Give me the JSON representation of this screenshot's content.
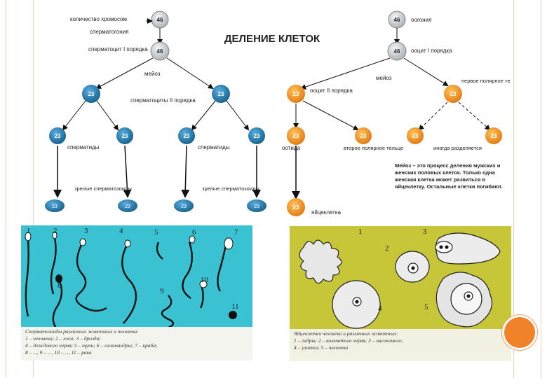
{
  "title": "ДЕЛЕНИЕ КЛЕТОК",
  "male": {
    "chromosome_label": "количество хромосом",
    "spermatogonia_label": "сперматогония",
    "spermatocyte1_label": "сперматоцит I порядка",
    "meiosis_label": "мейоз",
    "spermatocyte2_label": "сперматоциты II порядка",
    "spermatids_left": "сперматиды",
    "spermatids_right": "сперматиды",
    "mature_left": "зрелые сперматозоиды",
    "mature_right": "зрелые сперматозоиды",
    "n_diploid": "46",
    "n_haploid": "23"
  },
  "female": {
    "oogonia_label": "оогония",
    "oocyte1_label": "ооцит I порядка",
    "meiosis_label": "мейоз",
    "polar1_label": "первое полярное тельце",
    "oocyte2_label": "ооцит II порядка",
    "ootid_label": "оотида",
    "polar2_label": "второе полярное тельце",
    "sometimes_label": "иногда разделяется",
    "egg_label": "яйцеклетка",
    "n_diploid": "46",
    "n_haploid": "23"
  },
  "note": "Мейоз – это процесс деления мужских и женских половых клеток. Только одна женская клетка может развиться в яйцеклетку. Остальные клетки погибают.",
  "sperm_panel": {
    "numbers": [
      "1",
      "2",
      "3",
      "4",
      "5",
      "6",
      "7",
      "8",
      "9",
      "10",
      "11"
    ],
    "caption_lines": [
      "Сперматозоиды различных животных и человека:",
      "1 – человека; 2 – ежа; 3 – дрозда;",
      "4 – дождевого червя; 5 – щуки; 6 – саламандры; 7 – краба;",
      "8 – ..., 9 – ..., 10 – ..., 11 – рака"
    ]
  },
  "egg_panel": {
    "numbers": [
      "1",
      "2",
      "3",
      "4",
      "5"
    ],
    "caption_lines": [
      "Яйцеклетки человека и различных животных:",
      "1 – гидры; 2 – кольчатого червя; 3 – насекомого;",
      "4 – улитки; 5 – человека"
    ]
  },
  "colors": {
    "blue_cell": "#1b7fb2",
    "orange_cell": "#f09324",
    "grey_cell": "#c8ccd0",
    "sperm_bg": "#3ac2d2",
    "egg_bg": "#c6c638"
  }
}
